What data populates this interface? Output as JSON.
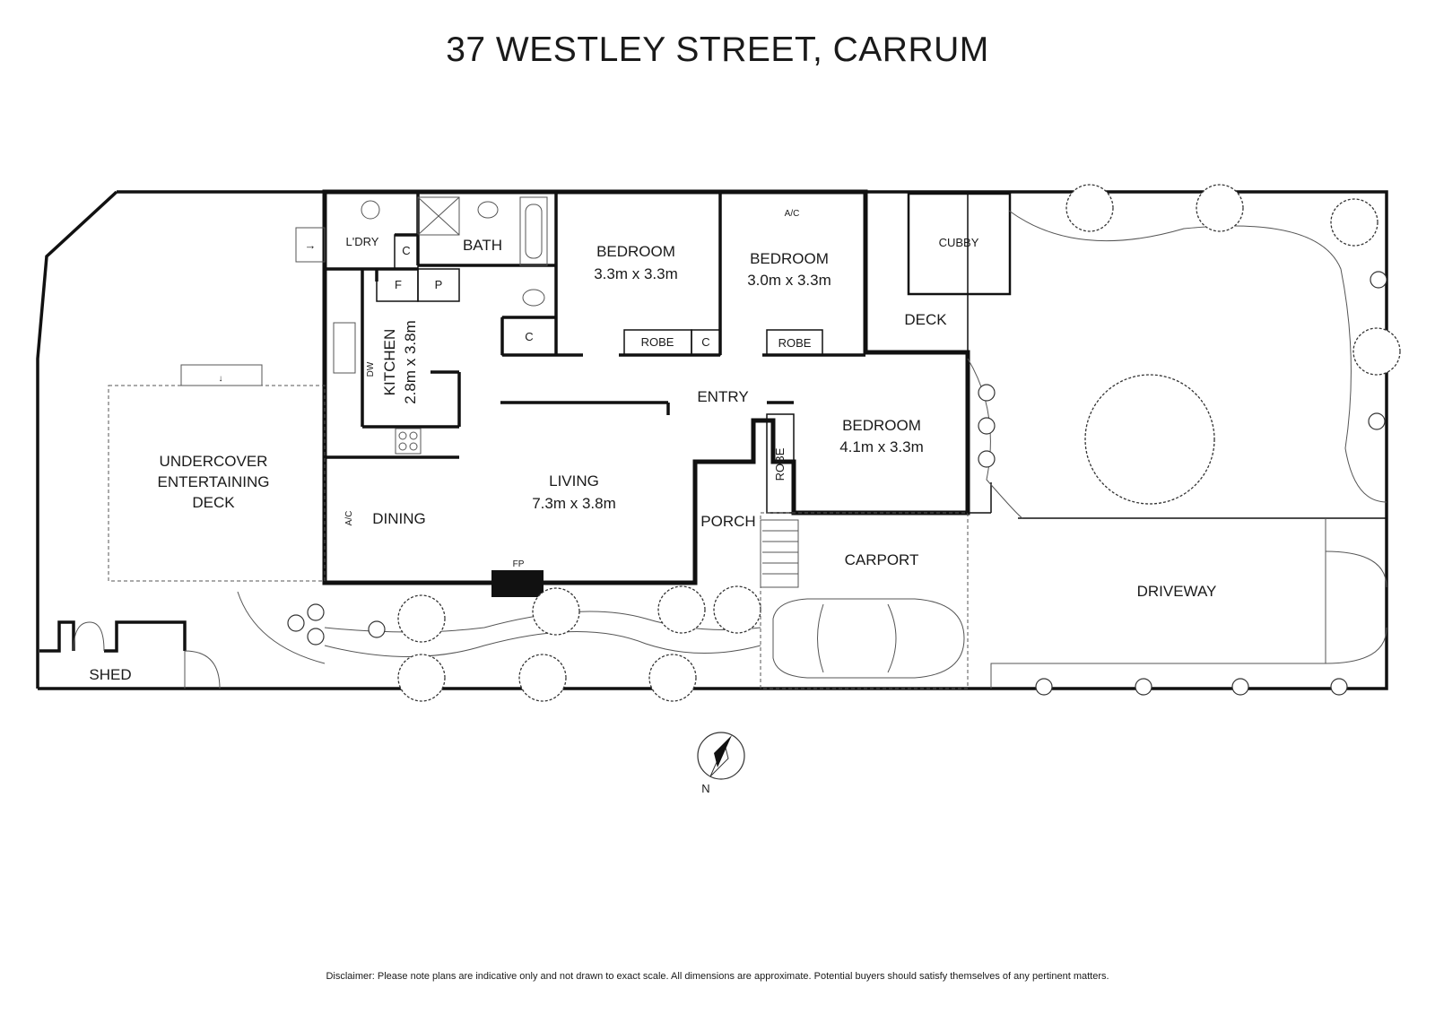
{
  "title": "37 WESTLEY STREET, CARRUM",
  "disclaimer": "Disclaimer: Please note plans are indicative only and not drawn to exact scale. All dimensions are approximate. Potential buyers should satisfy themselves of any pertinent matters.",
  "rooms": {
    "laundry": "L'DRY",
    "bath": "BATH",
    "bedroom1": {
      "name": "BEDROOM",
      "size": "3.3m x 3.3m"
    },
    "bedroom2": {
      "name": "BEDROOM",
      "size": "3.0m x 3.3m"
    },
    "bedroom3": {
      "name": "BEDROOM",
      "size": "4.1m x 3.3m"
    },
    "kitchen": {
      "name": "KITCHEN",
      "size": "2.8m x 3.8m"
    },
    "living": {
      "name": "LIVING",
      "size": "7.3m x 3.8m"
    },
    "dining": "DINING",
    "entry": "ENTRY",
    "porch": "PORCH",
    "deck_undercover": [
      "UNDERCOVER",
      "ENTERTAINING",
      "DECK"
    ],
    "deck": "DECK",
    "cubby": "CUBBY",
    "carport": "CARPORT",
    "driveway": "DRIVEWAY",
    "shed": "SHED"
  },
  "fixtures": {
    "cupboard": "C",
    "fridge": "F",
    "pantry": "P",
    "robe": "ROBE",
    "dishwasher": "DW",
    "air_con": "A/C",
    "fireplace": "FP"
  },
  "compass": {
    "north_label": "N"
  }
}
